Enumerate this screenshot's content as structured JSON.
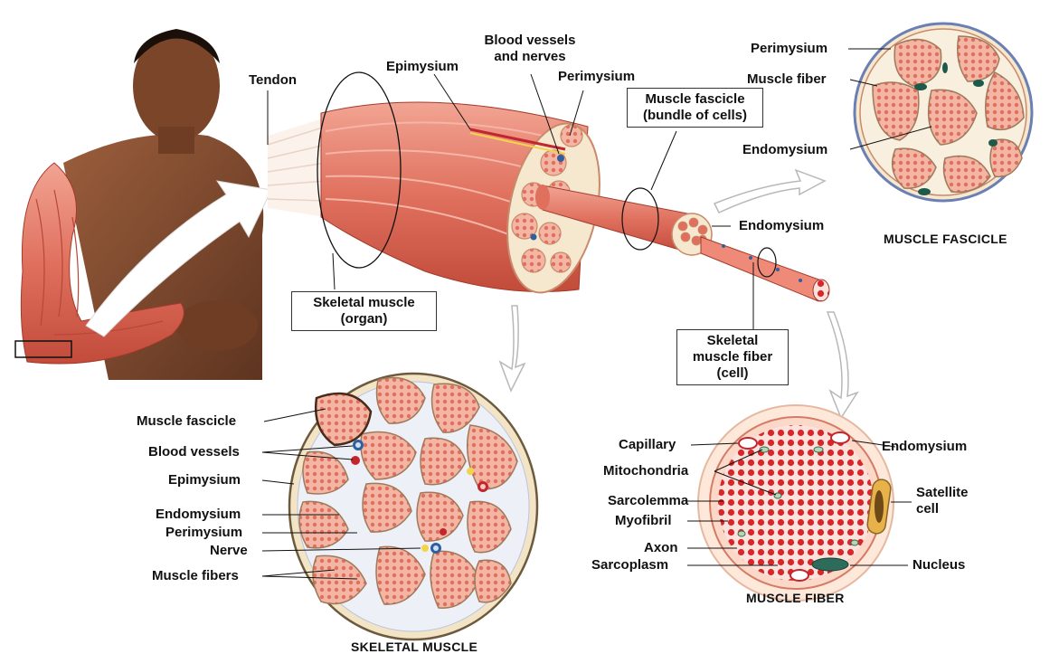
{
  "colors": {
    "muscle": "#e0705e",
    "muscle_dark": "#c24b3a",
    "muscle_light": "#f3b6a4",
    "connective": "#f6e7cf",
    "fiber_dot": "#d9262b",
    "skin": "#8a5234",
    "vein_blue": "#2f5f9e",
    "artery_red": "#c1272d",
    "nerve_yellow": "#f3d34a"
  },
  "icons": {
    "arm_figure": "human-arm-muscle-illustration-icon",
    "muscle_bundle": "muscle-organ-3d-icon",
    "cross_section": "muscle-cross-section-icon"
  },
  "labels": {
    "tendon": "Tendon",
    "epimysium_top": "Epimysium",
    "blood_vessels_nerves_l1": "Blood vessels",
    "blood_vessels_nerves_l2": "and nerves",
    "perimysium_top": "Perimysium",
    "muscle_fascicle_box_l1": "Muscle fascicle",
    "muscle_fascicle_box_l2": "(bundle of cells)",
    "endomysium_mid": "Endomysium",
    "skeletal_muscle_box_l1": "Skeletal muscle",
    "skeletal_muscle_box_l2": "(organ)",
    "skeletal_fiber_box_l1": "Skeletal",
    "skeletal_fiber_box_l2": "muscle fiber",
    "skeletal_fiber_box_l3": "(cell)"
  },
  "fascicle_panel": {
    "title": "MUSCLE FASCICLE",
    "perimysium": "Perimysium",
    "muscle_fiber": "Muscle fiber",
    "endomysium": "Endomysium"
  },
  "skeletal_panel": {
    "title": "SKELETAL MUSCLE",
    "labels": [
      "Muscle fascicle",
      "Blood vessels",
      "Epimysium",
      "Endomysium",
      "Perimysium",
      "Nerve",
      "Muscle fibers"
    ]
  },
  "fiber_panel": {
    "title": "MUSCLE FIBER",
    "left_labels": [
      "Capillary",
      "Mitochondria",
      "Sarcolemma",
      "Myofibril",
      "Axon",
      "Sarcoplasm"
    ],
    "endomysium": "Endomysium",
    "satellite_l1": "Satellite",
    "satellite_l2": "cell",
    "nucleus": "Nucleus"
  }
}
